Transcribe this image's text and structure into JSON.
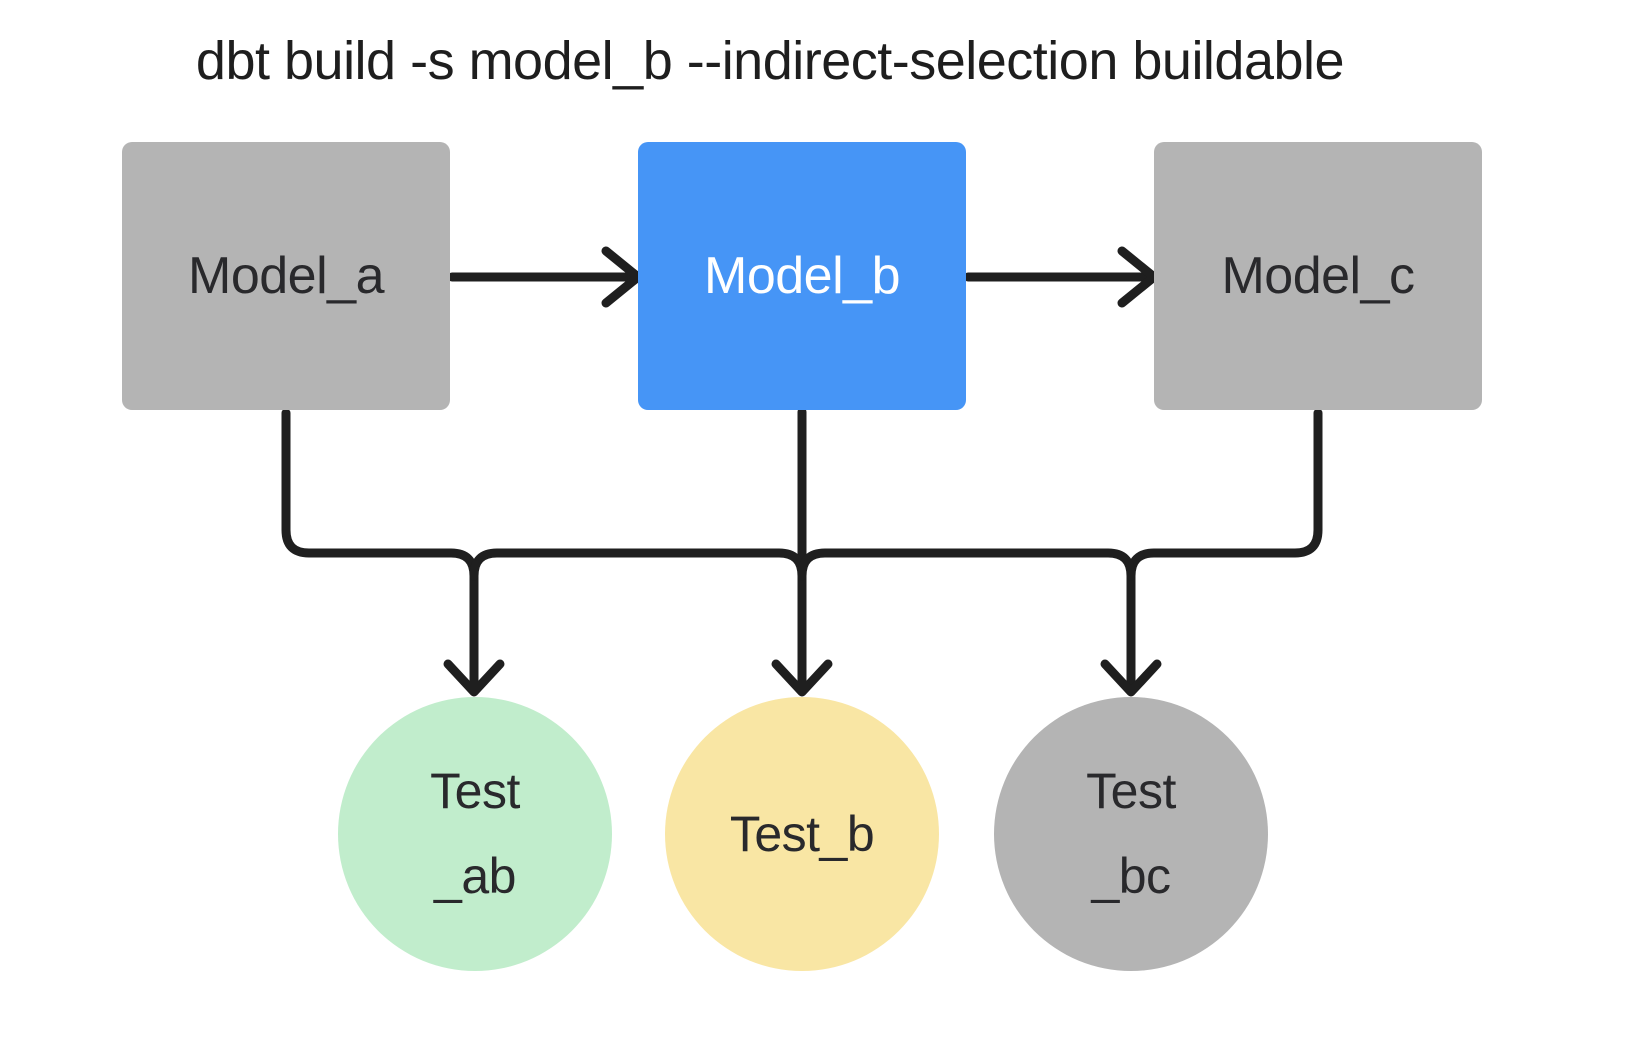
{
  "title": "dbt build -s model_b --indirect-selection buildable",
  "colors": {
    "background": "#ffffff",
    "selected_model_blue": "#4695f6",
    "unselected_gray": "#b4b4b4",
    "test_green": "#c1edcc",
    "test_yellow": "#f9e6a4",
    "edge_stroke": "#1f1f1f",
    "text_dark": "#29292c",
    "text_light": "#ffffff"
  },
  "nodes": {
    "models": [
      {
        "id": "model_a",
        "label": "Model_a",
        "fill": "#b4b4b4",
        "text_color": "#29292c"
      },
      {
        "id": "model_b",
        "label": "Model_b",
        "fill": "#4695f6",
        "text_color": "#ffffff"
      },
      {
        "id": "model_c",
        "label": "Model_c",
        "fill": "#b4b4b4",
        "text_color": "#29292c"
      }
    ],
    "tests": [
      {
        "id": "test_ab",
        "lines": [
          "Test",
          "_ab"
        ],
        "fill": "#c1edcc",
        "text_color": "#29292c"
      },
      {
        "id": "test_b",
        "lines": [
          "Test_b"
        ],
        "fill": "#f9e6a4",
        "text_color": "#29292c"
      },
      {
        "id": "test_bc",
        "lines": [
          "Test",
          "_bc"
        ],
        "fill": "#b4b4b4",
        "text_color": "#29292c"
      }
    ]
  },
  "edges": [
    {
      "from": "model_a",
      "to": "model_b"
    },
    {
      "from": "model_b",
      "to": "model_c"
    },
    {
      "from": "model_a",
      "to": "test_ab"
    },
    {
      "from": "model_b",
      "to": "test_ab"
    },
    {
      "from": "model_b",
      "to": "test_b"
    },
    {
      "from": "model_b",
      "to": "test_bc"
    },
    {
      "from": "model_c",
      "to": "test_bc"
    }
  ]
}
